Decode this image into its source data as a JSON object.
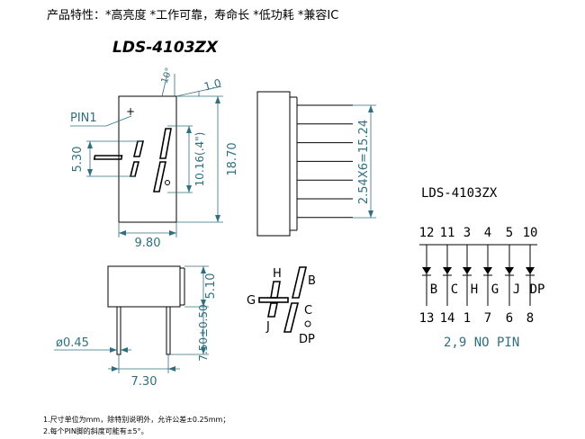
{
  "header": {
    "features": "产品特性：*高亮度 *工作可靠，寿命长 *低功耗 *兼容IC"
  },
  "part_number_title": "LDS-4103ZX",
  "part_number_label": "LDS-4103ZX",
  "front_view": {
    "pin1_label": "PIN1",
    "plus_mark": "+",
    "angle_label": "10°",
    "width_label": "9.80",
    "height_label": "18.70",
    "digit_height_label": "10.16(.4\")",
    "seg_height_label": "5.30",
    "thickness_label": "1.0"
  },
  "side_view": {
    "pitch_label": "2.54X6=15.24"
  },
  "bottom_view": {
    "body_height_label": "5.10",
    "pin_dia_label": "ø0.45",
    "pin_length_label": "7.50±0.50",
    "width_label": "7.30"
  },
  "segment_diagram": {
    "labels": [
      "H",
      "B",
      "G",
      "C",
      "J",
      "DP"
    ]
  },
  "circuit": {
    "top_pins": [
      "12",
      "11",
      "3",
      "4",
      "5",
      "10"
    ],
    "segments": [
      "B",
      "C",
      "H",
      "G",
      "J",
      "DP"
    ],
    "bottom_pins": [
      "13",
      "14",
      "1",
      "7",
      "6",
      "8"
    ],
    "common_label": "2,9 NO PIN"
  },
  "notes": [
    "1.尺寸单位为mm，除特别说明外，允许公差±0.25mm；",
    "2.每个PIN脚的斜度可能有±5°。"
  ]
}
